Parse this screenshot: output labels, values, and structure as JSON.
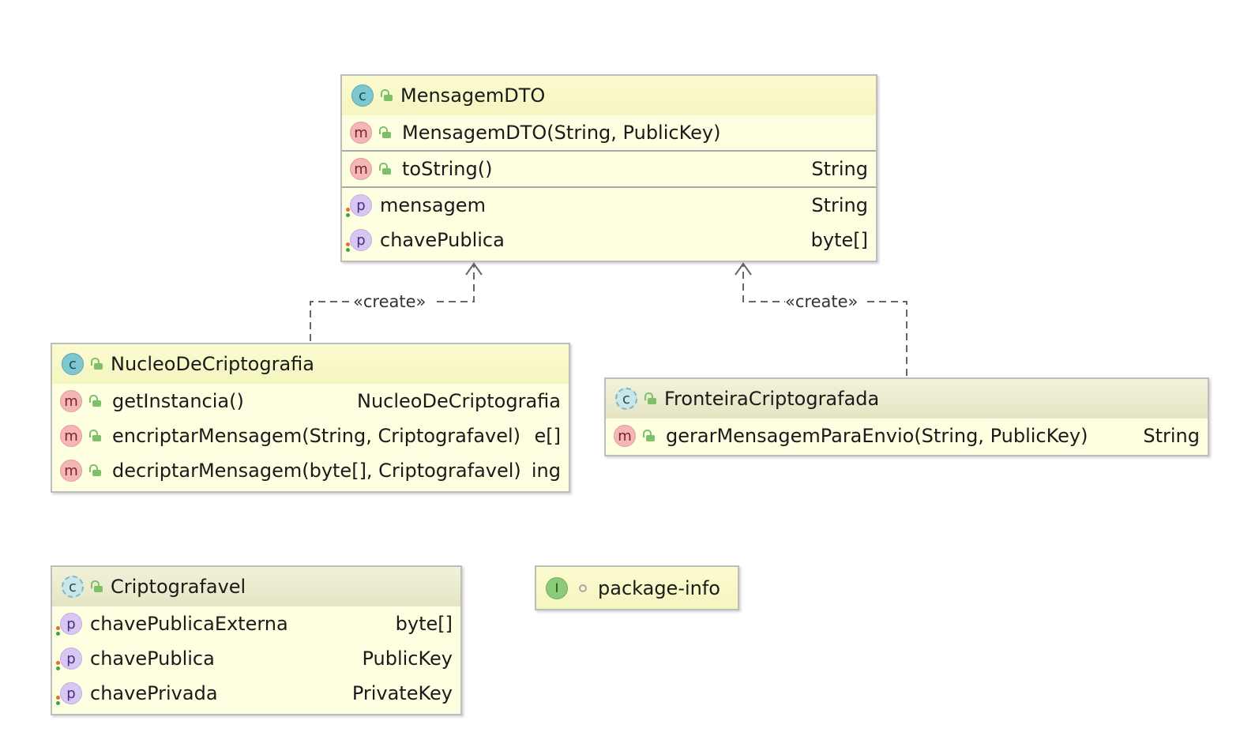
{
  "classes": {
    "mensagem": {
      "name": "MensagemDTO",
      "badge": "c",
      "ctor": {
        "badge": "m",
        "label": "MensagemDTO(String, PublicKey)"
      },
      "methods": [
        {
          "badge": "m",
          "label": "toString()",
          "type": "String"
        }
      ],
      "props": [
        {
          "badge": "p",
          "label": "mensagem",
          "type": "String"
        },
        {
          "badge": "p",
          "label": "chavePublica",
          "type": "byte[]"
        }
      ]
    },
    "nucleo": {
      "name": "NucleoDeCriptografia",
      "badge": "c",
      "methods": [
        {
          "badge": "m",
          "label": "getInstancia()",
          "type": "NucleoDeCriptografia"
        },
        {
          "badge": "m",
          "label": "encriptarMensagem(String, Criptografavel)",
          "type": "e[]"
        },
        {
          "badge": "m",
          "label": "decriptarMensagem(byte[], Criptografavel)",
          "type": "ing"
        }
      ]
    },
    "fronteira": {
      "name": "FronteiraCriptografada",
      "badge": "c",
      "methods": [
        {
          "badge": "m",
          "label": "gerarMensagemParaEnvio(String, PublicKey)",
          "type": "String"
        }
      ]
    },
    "cripto": {
      "name": "Criptografavel",
      "badge": "c",
      "props": [
        {
          "badge": "p",
          "label": "chavePublicaExterna",
          "type": "byte[]"
        },
        {
          "badge": "p",
          "label": "chavePublica",
          "type": "PublicKey"
        },
        {
          "badge": "p",
          "label": "chavePrivada",
          "type": "PrivateKey"
        }
      ]
    },
    "pkg": {
      "name": "package-info",
      "badge": "I"
    }
  },
  "relations": [
    {
      "label": "«create»",
      "from": "NucleoDeCriptografia",
      "to": "MensagemDTO"
    },
    {
      "label": "«create»",
      "from": "FronteiraCriptografada",
      "to": "MensagemDTO"
    }
  ],
  "colors": {
    "box_fill": "#fefee0",
    "header_fill": "#f5f5c0",
    "border": "#bdbdbd",
    "link": "#666666"
  }
}
